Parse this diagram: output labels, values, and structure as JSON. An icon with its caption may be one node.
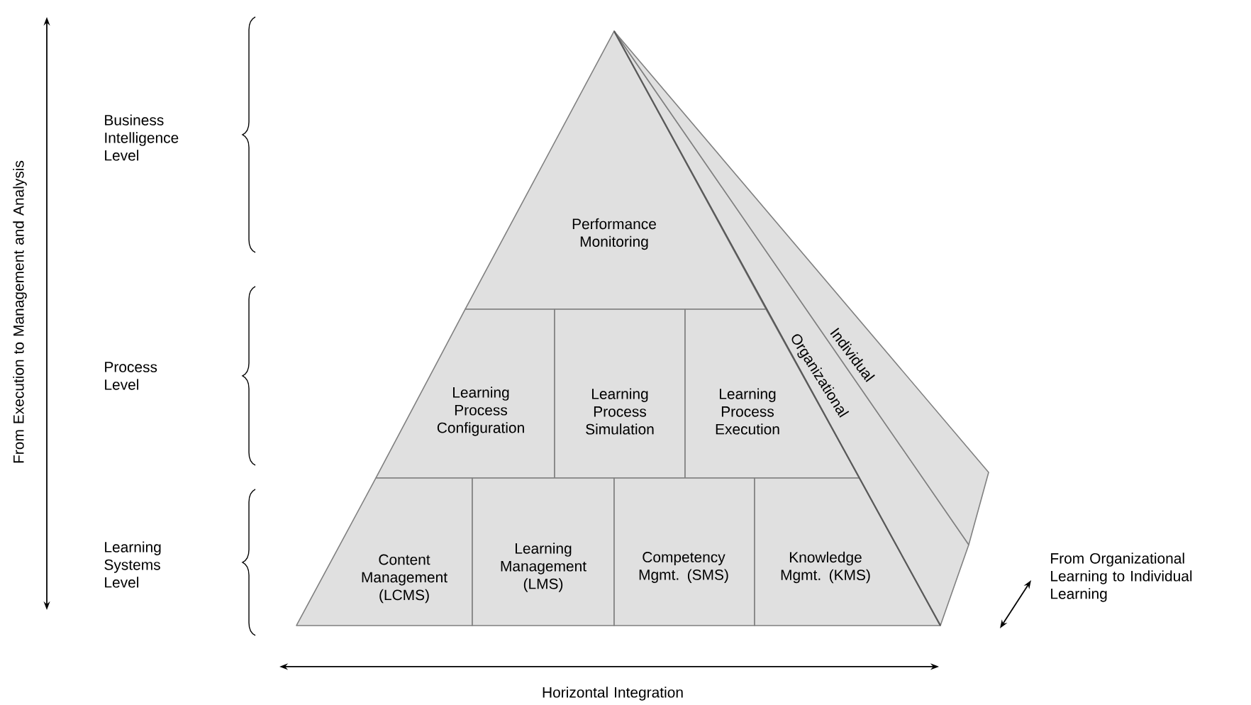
{
  "diagram": {
    "nodes": [
      {
        "text": [
          "Performance Monitoring"
        ]
      },
      {
        "text": [
          "Learning Process Configuration"
        ]
      },
      {
        "text": [
          "Learning Process Simulation"
        ]
      },
      {
        "text": [
          "Learning Process Execution"
        ]
      },
      {
        "text": [
          "Content Management (LCMS)"
        ]
      },
      {
        "text": [
          "Learning Management (LMS)"
        ]
      },
      {
        "text": [
          "Competency Mgmt. (SMS)"
        ]
      },
      {
        "text": [
          "Knowledge Mgmt. (KMS)"
        ]
      },
      {
        "text": [
          "Organizational"
        ]
      },
      {
        "text": [
          "Individual"
        ]
      }
    ],
    "labels": [
      "From Execution to Management and Analysis",
      "Business Intelligence Level",
      "Process Level",
      "Learning Systems Level",
      "From Organizational Learning to Individual Learning",
      "Horizontal Integration"
    ]
  }
}
